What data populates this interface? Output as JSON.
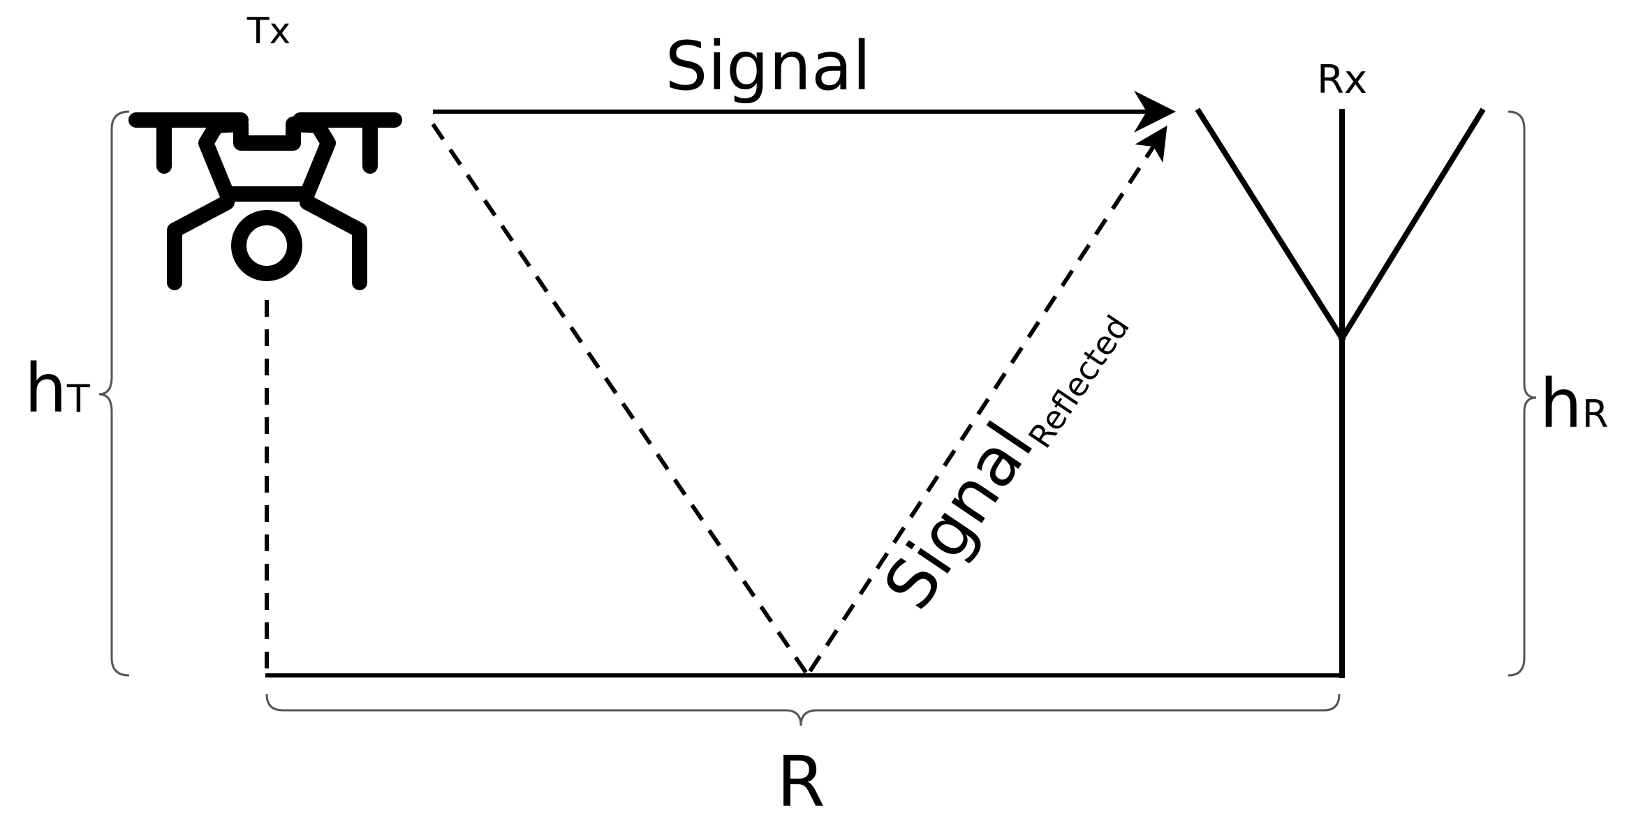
{
  "labels": {
    "tx": "Tx",
    "rx": "Rx",
    "signal": "Signal",
    "signal_reflected_main": "Signal",
    "signal_reflected_sub": "Reflected",
    "h_t_main": "h",
    "h_t_sub": "T",
    "h_r_main": "h",
    "h_r_sub": "R",
    "range": "R"
  },
  "icons": {
    "transmitter": "drone-icon",
    "receiver": "antenna-icon"
  },
  "colors": {
    "ink": "#000000",
    "brace": "#555555",
    "background": "#ffffff"
  }
}
